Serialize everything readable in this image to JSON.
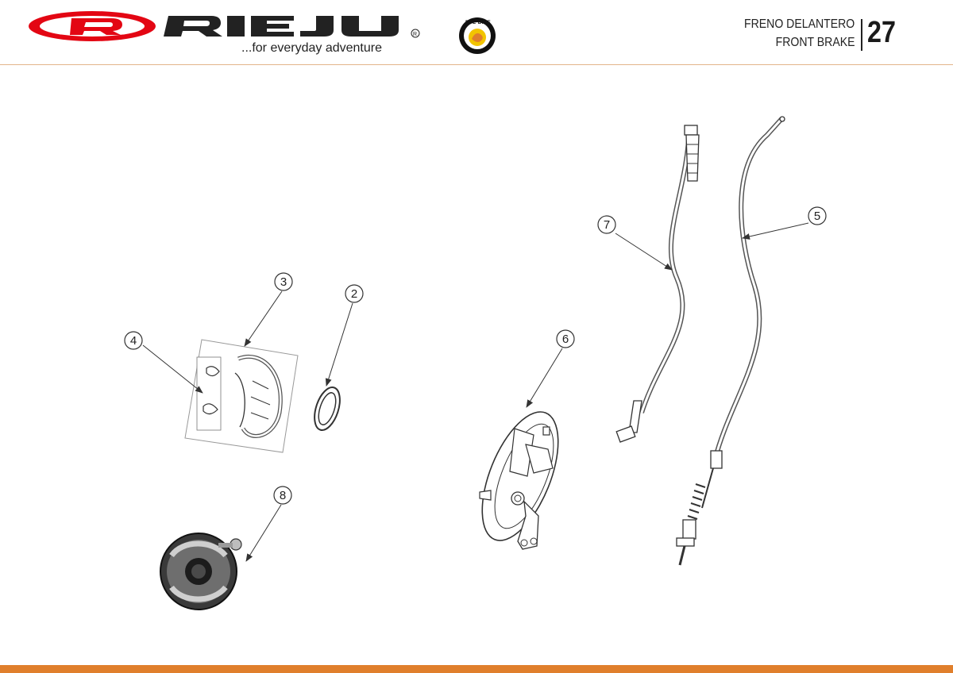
{
  "header": {
    "brand": "RIEJU",
    "tagline": "...for everyday adventure",
    "badge": "RYE BIKE",
    "title_es": "FRENO DELANTERO",
    "title_en": "FRONT BRAKE",
    "page_number": "27"
  },
  "callouts": [
    {
      "id": "callout-1",
      "label": "7"
    },
    {
      "id": "callout-2",
      "label": "5"
    },
    {
      "id": "callout-3",
      "label": "3"
    },
    {
      "id": "callout-4",
      "label": "2"
    },
    {
      "id": "callout-5",
      "label": "4"
    },
    {
      "id": "callout-6",
      "label": "6"
    },
    {
      "id": "callout-7",
      "label": "8"
    }
  ],
  "colors": {
    "brand_red": "#e30613",
    "accent_orange": "#e07f2c",
    "line": "#333333"
  }
}
